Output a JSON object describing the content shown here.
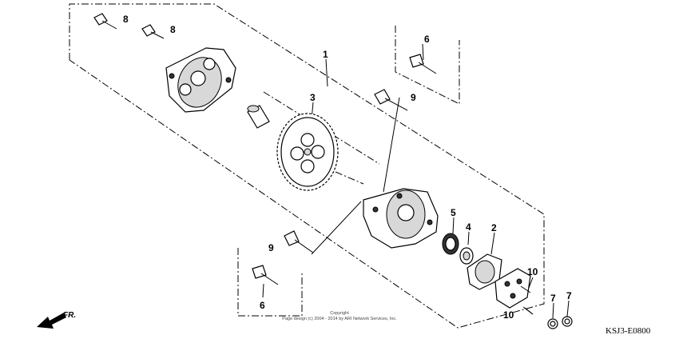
{
  "callouts": {
    "c1": "1",
    "c2": "2",
    "c3": "3",
    "c4": "4",
    "c5": "5",
    "c6_top": "6",
    "c6_bottom": "6",
    "c7_left": "7",
    "c7_right": "7",
    "c8_a": "8",
    "c8_b": "8",
    "c9_top": "9",
    "c9_bottom": "9",
    "c10_top": "10",
    "c10_bottom": "10"
  },
  "copyright": {
    "line1": "Copyright",
    "line2": "Page design (c) 2004 - 2014 by ARI Network Services, Inc."
  },
  "direction_label": "FR.",
  "diagram_code": "KSJ3-E0800"
}
